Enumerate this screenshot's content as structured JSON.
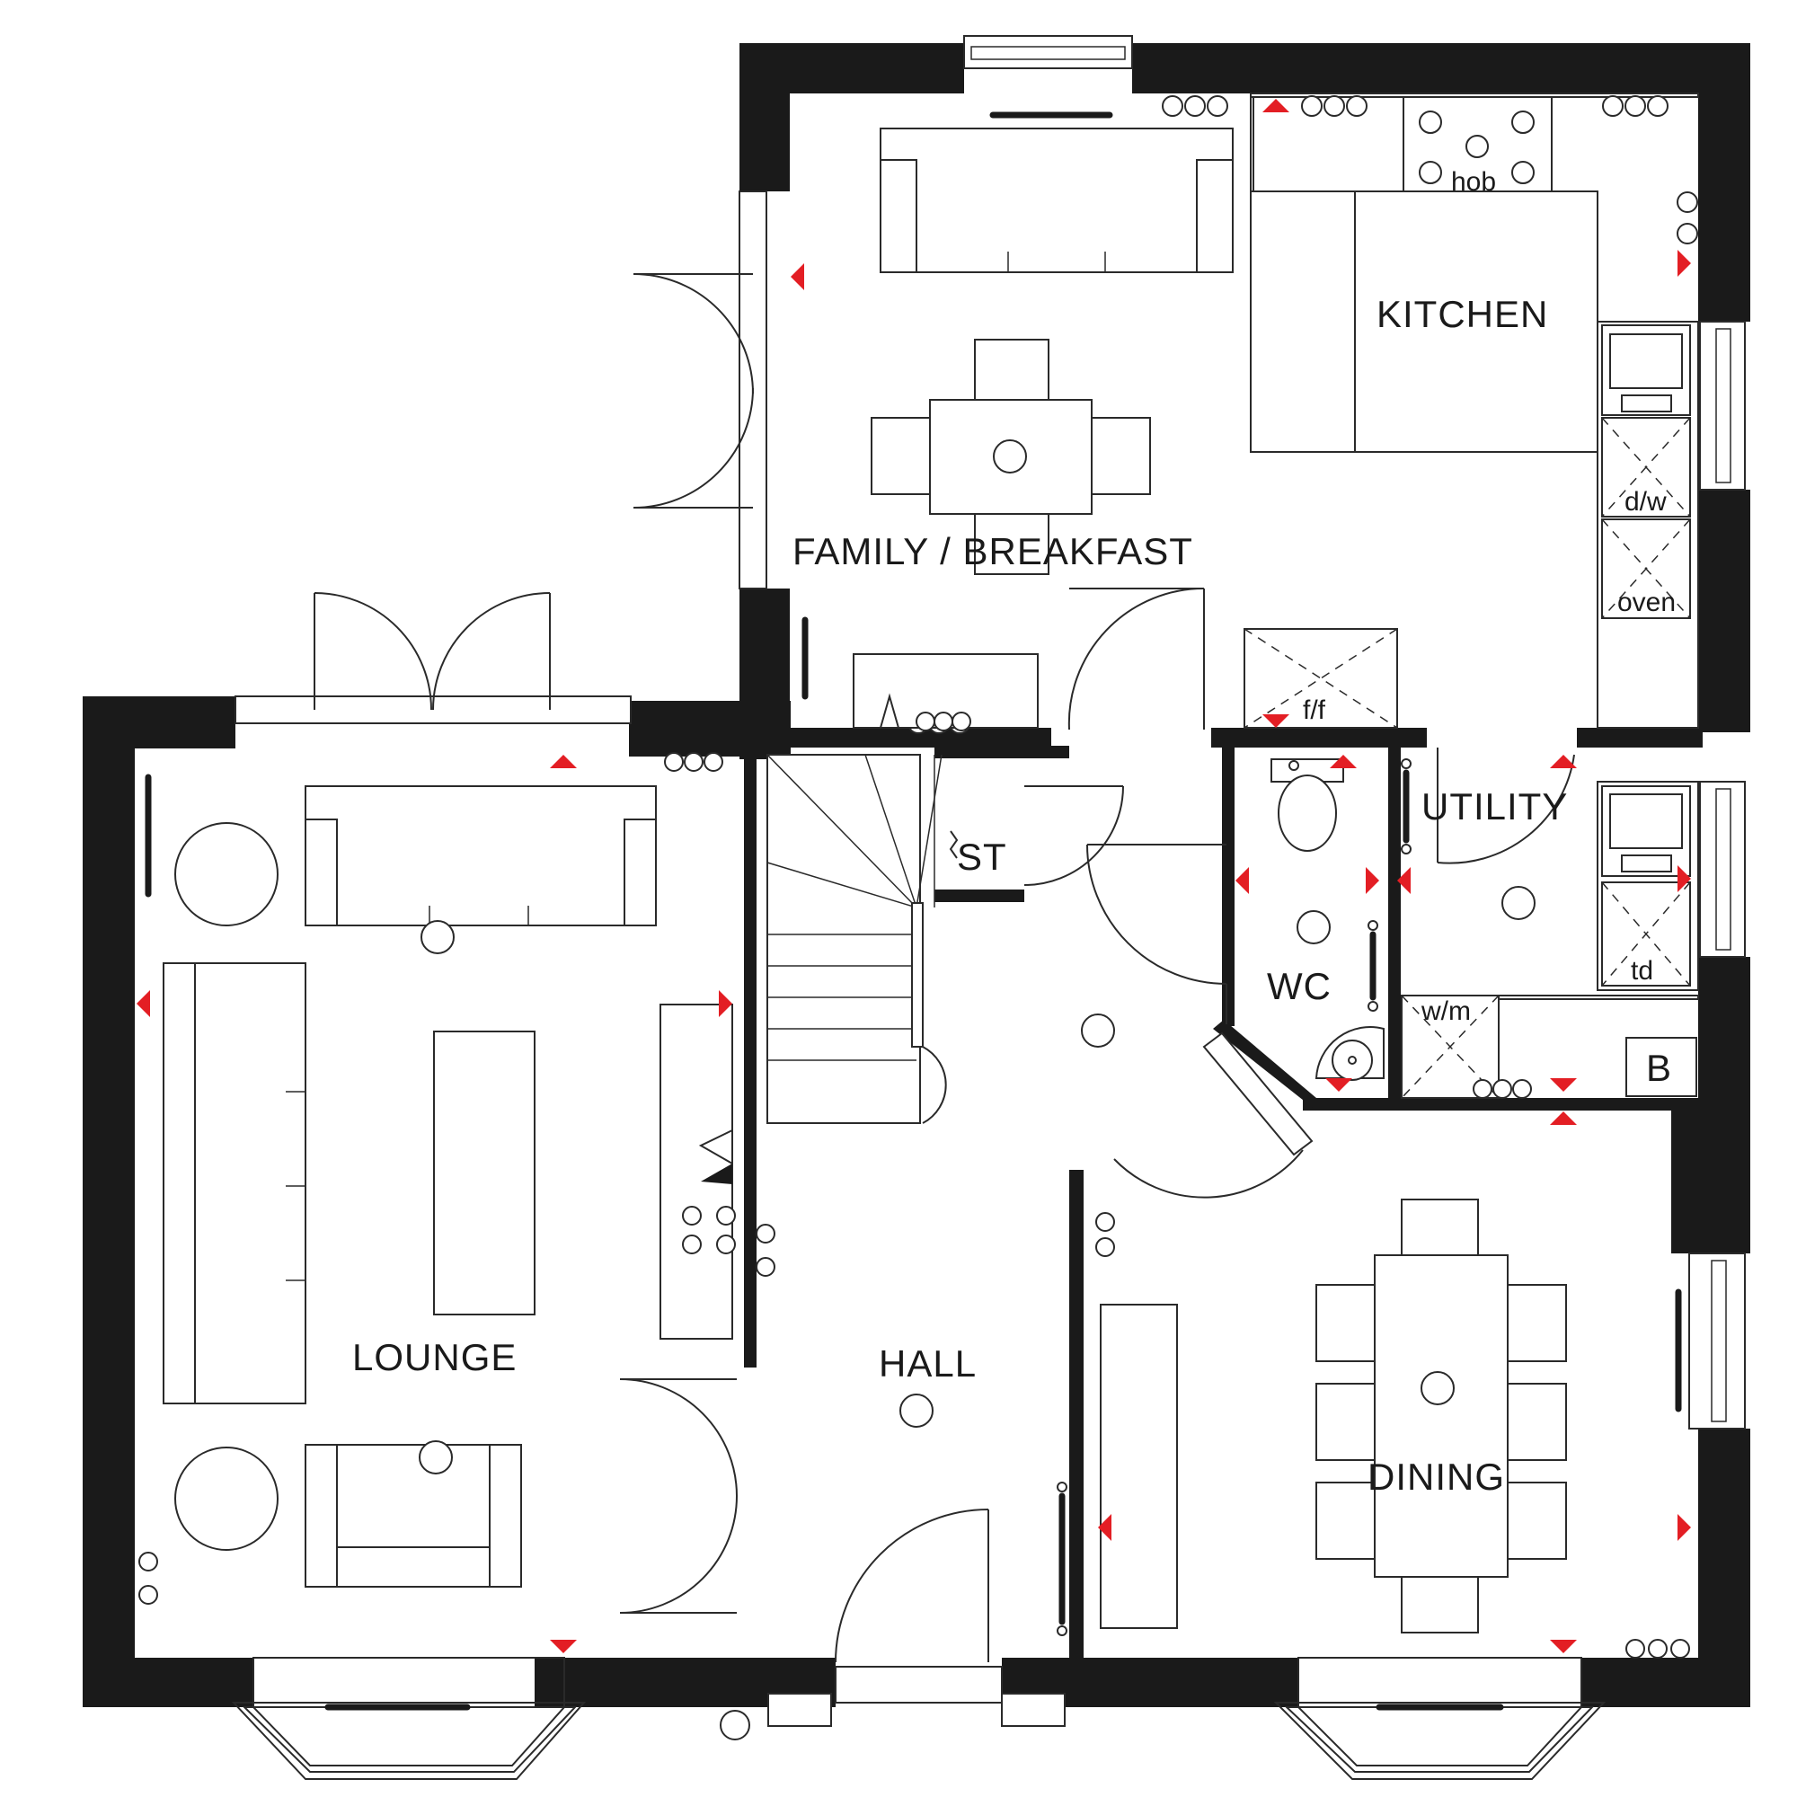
{
  "rooms": {
    "kitchen": "KITCHEN",
    "family_breakfast": "FAMILY / BREAKFAST",
    "lounge": "LOUNGE",
    "hall": "HALL",
    "dining": "DINING",
    "utility": "UTILITY",
    "wc": "WC",
    "store": "ST"
  },
  "appliances": {
    "hob": "hob",
    "dishwasher": "d/w",
    "oven": "oven",
    "fridge_freezer": "f/f",
    "tumble_dryer": "td",
    "washing_machine": "w/m",
    "boiler": "B"
  },
  "colors": {
    "wall": "#1a1a1a",
    "line": "#2a2a2a",
    "marker": "#e31e24"
  }
}
